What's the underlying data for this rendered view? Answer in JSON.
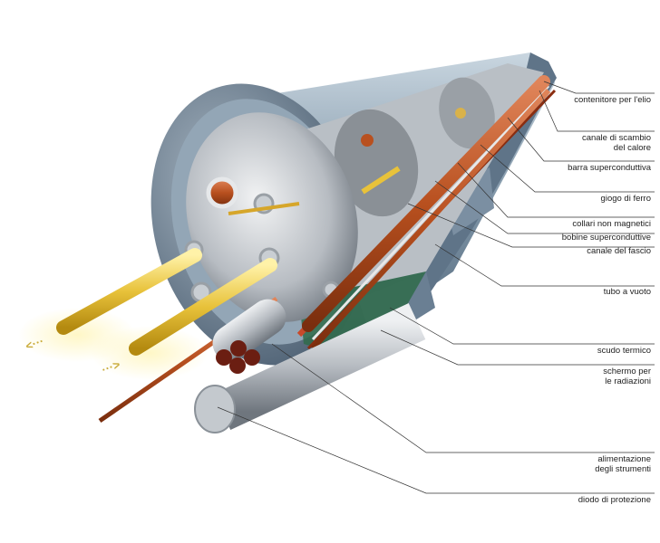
{
  "diagram": {
    "subject": "LHC dipole magnet cross-section",
    "colors": {
      "cryostat": "#8fa3b4",
      "steel": "#c8cdd2",
      "copper": "#b8501f",
      "beam": "#e8c23a",
      "leader": "#333333"
    },
    "labels": [
      {
        "lines": [
          "contenitore per l'elio"
        ]
      },
      {
        "lines": [
          "canale di scambio",
          "del calore"
        ]
      },
      {
        "lines": [
          "barra superconduttiva"
        ]
      },
      {
        "lines": [
          "giogo di ferro"
        ]
      },
      {
        "lines": [
          "collari non magnetici"
        ]
      },
      {
        "lines": [
          "bobine superconduttive"
        ]
      },
      {
        "lines": [
          "canale del fascio"
        ]
      },
      {
        "lines": [
          "tubo a vuoto"
        ]
      },
      {
        "lines": [
          "scudo termico"
        ]
      },
      {
        "lines": [
          "schermo per",
          "le radiazioni"
        ]
      },
      {
        "lines": [
          "alimentazione",
          "degli strumenti"
        ]
      },
      {
        "lines": [
          "diodo di protezione"
        ]
      }
    ],
    "beam_arrows": [
      "<···",
      "···>"
    ]
  }
}
